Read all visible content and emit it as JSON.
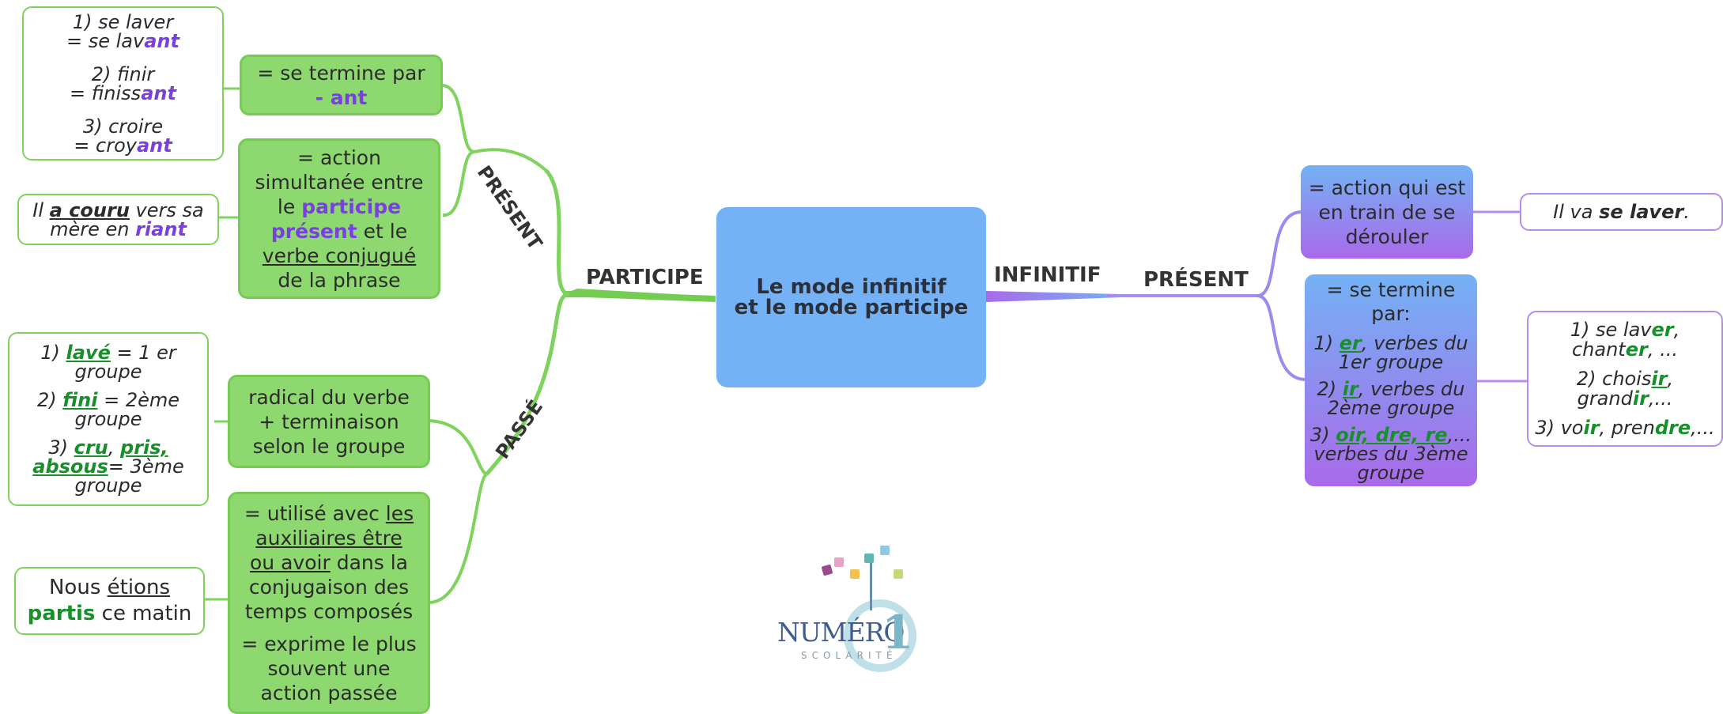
{
  "colors": {
    "green": "#8dd96f",
    "green_border": "#74cc52",
    "blue": "#74b2f5",
    "purple": "#a96ae9",
    "violet_text": "#7a3fe0",
    "green_text": "#17902a"
  },
  "center": {
    "line1": "Le mode infinitif",
    "line2": "et le mode participe"
  },
  "branches": {
    "participe": "PARTICIPE",
    "infinitif": "INFINITIF",
    "present_left": "PRÉSENT",
    "passe": "PASSÉ",
    "present_right": "PRÉSENT"
  },
  "pp_ant": {
    "pre": "= se termine par",
    "ant": "- ant"
  },
  "pp_examples": {
    "e1_a": "1) se laver",
    "e1_b": "= se lav",
    "e1_c": "ant",
    "e2_a": "2) finir",
    "e2_b": "= finiss",
    "e2_c": "ant",
    "e3_a": "3) croire",
    "e3_b": "= croy",
    "e3_c": "ant"
  },
  "pp_action": {
    "l1": "= action",
    "l2": "simultanée entre",
    "l3": "le ",
    "l3b": "participe",
    "l4": "présent",
    "l4b": " et le",
    "l5": "verbe conjugué",
    "l6": "de la phrase"
  },
  "pp_sentence": {
    "pre": "Il ",
    "a": "a couru",
    "mid": " vers sa",
    "l2": "mère en ",
    "riant": "riant"
  },
  "passe_radical": {
    "l1": "radical du verbe",
    "l2": "+ terminaison",
    "l3": "selon le groupe"
  },
  "passe_examples": {
    "e1_pre": "1)  ",
    "e1_w": "lavé",
    "e1_post": " = 1 er",
    "e1_l2": "groupe",
    "e2_pre": "2) ",
    "e2_w": "fini",
    "e2_post": " = 2ème",
    "e2_l2": "groupe",
    "e3_pre": "3) ",
    "e3_w1": "cru",
    "e3_sep1": ", ",
    "e3_w2": "pris,",
    "e3_w3": "absous",
    "e3_post": "= 3ème",
    "e3_l2": "groupe"
  },
  "passe_usage": {
    "l1a": "= utilisé avec ",
    "l1b": "les",
    "l2": "auxiliaires être",
    "l3a": "ou avoir",
    "l3b": " dans la",
    "l4": "conjugaison des",
    "l5": "temps composés",
    "l6": "= exprime le plus",
    "l7": "souvent une",
    "l8": "action passée"
  },
  "passe_sentence": {
    "a": "Nous ",
    "b": "étions",
    "c": "partis",
    "d": " ce matin"
  },
  "inf_action": {
    "l1": "= action qui est",
    "l2": "en train de se",
    "l3": "dérouler"
  },
  "inf_sentence": {
    "pre": "Il va ",
    "b": "se laver",
    "post": "."
  },
  "inf_end": {
    "title": "= se termine par:",
    "r1_pre": "1) ",
    "r1_s": "er",
    "r1_post": ", verbes du",
    "r1_l2": "1er groupe",
    "r2_pre": "2) ",
    "r2_s": "ir",
    "r2_post": ", verbes du",
    "r2_l2": "2ème groupe",
    "r3_pre": "3) ",
    "r3_s": "oir, dre, re",
    "r3_post": ",...",
    "r3_l2": "verbes du 3ème",
    "r3_l3": "groupe"
  },
  "inf_examples": {
    "e1_a": "1) se lav",
    "e1_s": "er",
    "e1_b": ",",
    "e1_c": "chant",
    "e1_s2": "er",
    "e1_d": ", ...",
    "e2_a": "2) chois",
    "e2_s": "ir",
    "e2_b": ",",
    "e2_c": "grand",
    "e2_s2": "ir",
    "e2_d": ",...",
    "e3_a": "3) vo",
    "e3_s": "ir",
    "e3_b": ", pren",
    "e3_s2": "dre",
    "e3_c": ",..."
  },
  "logo": {
    "line1": "NUMÉRO",
    "line2": "SCOLARITÉ",
    "digit": "1"
  }
}
